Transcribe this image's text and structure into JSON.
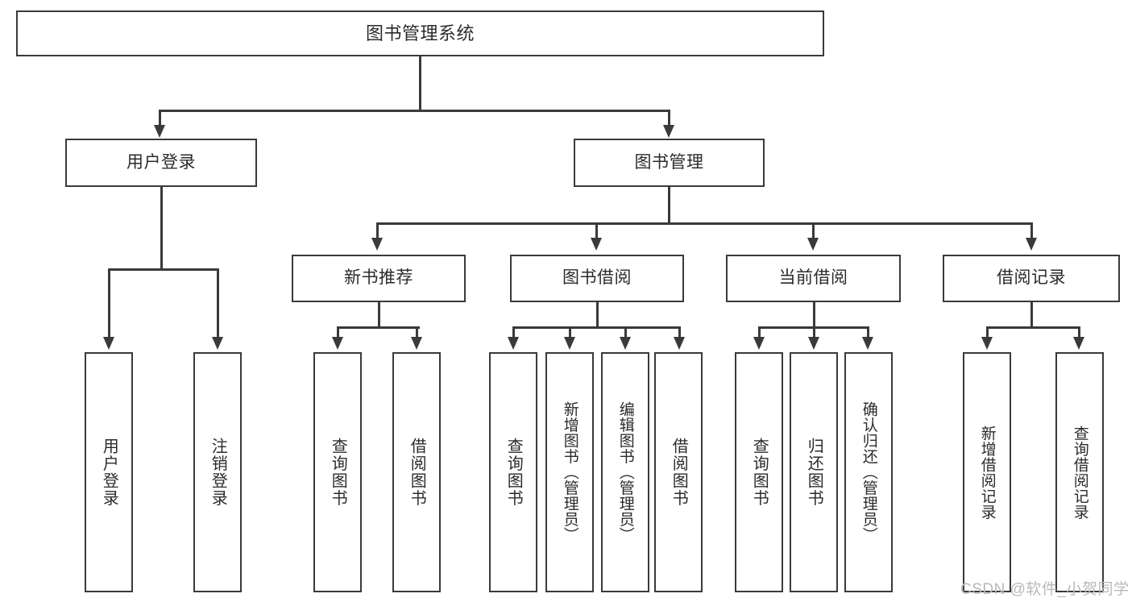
{
  "diagram": {
    "title": "图书管理系统",
    "watermark": "CSDN @软件_小贺同学",
    "colors": {
      "border": "#3a3a3a",
      "fill": "#ffffff",
      "text": "#2b2b2b",
      "watermark": "#b9b9b9",
      "background": "#ffffff"
    },
    "root": {
      "label": "图书管理系统"
    },
    "level1": [
      {
        "label": "用户登录"
      },
      {
        "label": "图书管理"
      }
    ],
    "level2": [
      {
        "label": "新书推荐"
      },
      {
        "label": "图书借阅"
      },
      {
        "label": "当前借阅"
      },
      {
        "label": "借阅记录"
      }
    ],
    "leaves": {
      "user_login": [
        {
          "label": "用户登录"
        },
        {
          "label": "注销登录"
        }
      ],
      "new_book_recommend": [
        {
          "label": "查询图书"
        },
        {
          "label": "借阅图书"
        }
      ],
      "book_borrow": [
        {
          "label": "查询图书"
        },
        {
          "label": "新增图书（管理员）"
        },
        {
          "label": "编辑图书（管理员）"
        },
        {
          "label": "借阅图书"
        }
      ],
      "current_borrow": [
        {
          "label": "查询图书"
        },
        {
          "label": "归还图书"
        },
        {
          "label": "确认归还（管理员）"
        }
      ],
      "borrow_record": [
        {
          "label": "新增借阅记录"
        },
        {
          "label": "查询借阅记录"
        }
      ]
    }
  }
}
